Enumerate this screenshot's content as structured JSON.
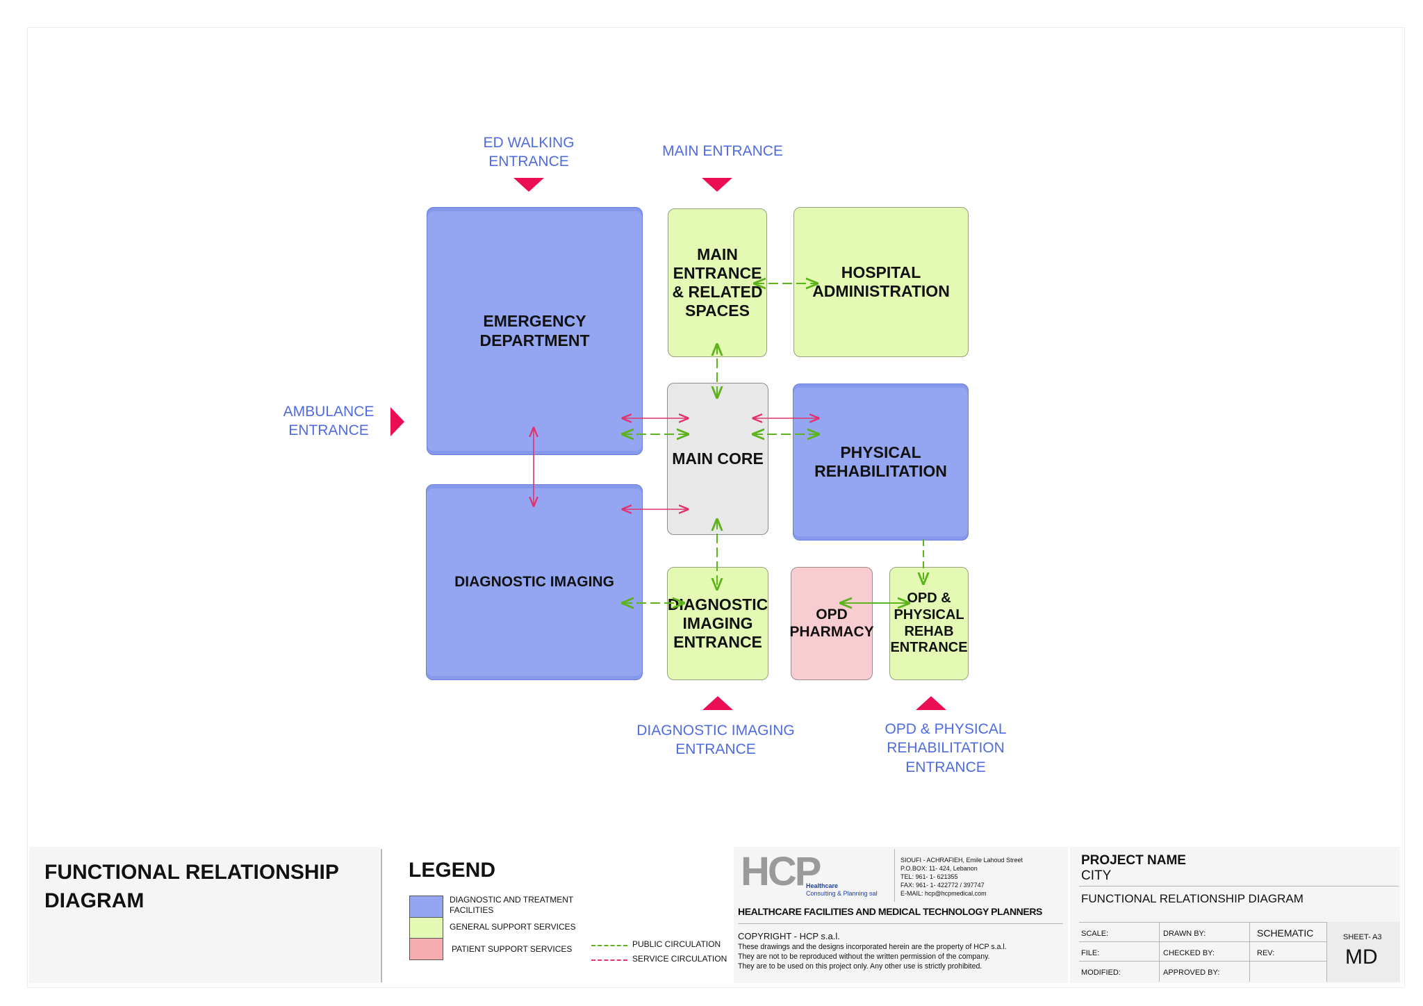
{
  "entrances": {
    "ed_walking": "ED WALKING\nENTRANCE",
    "main": "MAIN ENTRANCE",
    "ambulance": "AMBULANCE\nENTRANCE",
    "diagnostic_imaging": "DIAGNOSTIC IMAGING\nENTRANCE",
    "opd_rehab": "OPD & PHYSICAL\nREHABILITATION\nENTRANCE"
  },
  "departments": {
    "emergency": "EMERGENCY\nDEPARTMENT",
    "main_entrance": "MAIN\nENTRANCE\n& RELATED\nSPACES",
    "hospital_admin": "HOSPITAL\nADMINISTRATION",
    "main_core": "MAIN CORE",
    "physical_rehab": "PHYSICAL\nREHABILITATION",
    "diagnostic_imaging": "DIAGNOSTIC IMAGING",
    "diagnostic_imaging_entrance": "DIAGNOSTIC\nIMAGING\nENTRANCE",
    "opd_pharmacy": "OPD\nPHARMACY",
    "opd_rehab_entrance": "OPD &\nPHYSICAL\nREHAB\nENTRANCE"
  },
  "colors": {
    "diagnostic_treatment": "#94a6f1",
    "general_support": "#e4f9b4",
    "patient_support": "#f8cdd1",
    "core": "#e8e8e8",
    "public_circulation": "#5db31c",
    "service_circulation": "#e0336b",
    "entrance_marker": "#ec0e55",
    "entrance_label": "#4f6be0"
  },
  "title_block": {
    "drawing_title": "FUNCTIONAL RELATIONSHIP\nDIAGRAM",
    "legend_title": "LEGEND",
    "legend": {
      "diagnostic": "DIAGNOSTIC AND TREATMENT\nFACILITIES",
      "general": "GENERAL SUPPORT SERVICES",
      "patient": "PATIENT SUPPORT SERVICES",
      "public": "PUBLIC CIRCULATION",
      "service": "SERVICE CIRCULATION"
    },
    "company": {
      "logo": "HCP",
      "logo_sub1": "Healthcare",
      "logo_sub2": "Consulting & Planning sal",
      "address": "SIOUFI -  ACHRAFIEH, Emile  Lahoud Street\nP.O.BOX: 11- 424,  Lebanon\nTEL: 961- 1- 621355\nFAX: 961- 1- 422772 / 397747\nE-MAIL: hcp@hcpmedical.com",
      "tagline": "HEALTHCARE  FACILITIES AND  MEDICAL TECHNOLOGY PLANNERS",
      "copyright_title": "COPYRIGHT - HCP s.a.l.",
      "copyright_text": "These drawings and the designs incorporated herein are the property of HCP s.a.l.\nThey are not to be reproduced without the written permission of the company.\nThey are to be used on this project only. Any other use is strictly prohibited."
    },
    "project": {
      "name_label": "PROJECT NAME",
      "name_value": "CITY",
      "drawing_name": "FUNCTIONAL RELATIONSHIP DIAGRAM",
      "scale": "SCALE:",
      "drawn_by": "DRAWN BY:",
      "schematic": "SCHEMATIC",
      "file": "FILE:",
      "checked_by": "CHECKED BY:",
      "rev": "REV:",
      "modified": "MODIFIED:",
      "approved_by": "APPROVED BY:",
      "sheet": "SHEET- A3",
      "md": "MD"
    }
  }
}
